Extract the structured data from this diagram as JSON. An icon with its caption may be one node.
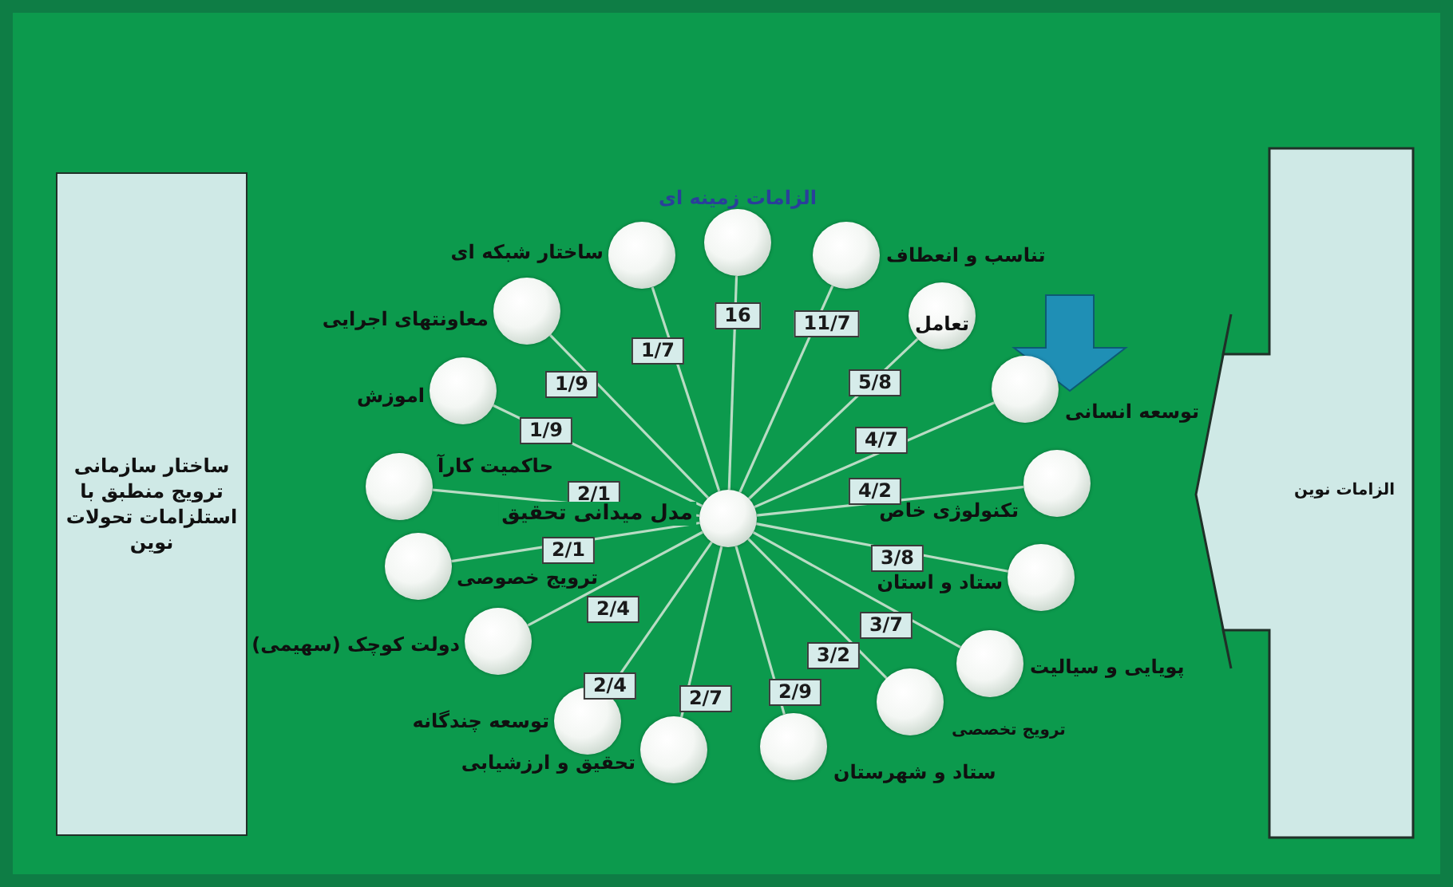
{
  "diagram": {
    "nodes": [
      {
        "text": [
          "ساختار سازمانی ترویج منطبق با استلزامات تحولات نوین"
        ]
      },
      {
        "text": [
          "الزامات نوین"
        ]
      },
      {
        "text": [
          "مدل میدانی تحقیق"
        ]
      },
      {
        "text": [
          "ساختار شبکه ای"
        ]
      },
      {
        "text": [
          "الزامات زمینه ای"
        ]
      },
      {
        "text": [
          "تناسب و انعطاف"
        ]
      },
      {
        "text": [
          "تعامل"
        ]
      },
      {
        "text": [
          "توسعه انسانی"
        ]
      },
      {
        "text": [
          "تکنولوژی خاص"
        ]
      },
      {
        "text": [
          "ستاد و استان"
        ]
      },
      {
        "text": [
          "پویایی و سیالیت"
        ]
      },
      {
        "text": [
          "ترویج تخصصی"
        ]
      },
      {
        "text": [
          "ستاد و شهرستان"
        ]
      },
      {
        "text": [
          "تحقیق و ارزشیابی"
        ]
      },
      {
        "text": [
          "توسعه چندگانه"
        ]
      },
      {
        "text": [
          "دولت کوچک (سهیمی)"
        ]
      },
      {
        "text": [
          "ترویج خصوصی"
        ]
      },
      {
        "text": [
          "حاکمیت کارآ"
        ]
      },
      {
        "text": [
          "اموزش"
        ]
      },
      {
        "text": [
          "معاونتهای اجرایی"
        ]
      }
    ],
    "edges": [
      {
        "from": 2,
        "to": 3,
        "arrow": "none",
        "label": "1/7"
      },
      {
        "from": 2,
        "to": 4,
        "arrow": "none",
        "label": "16"
      },
      {
        "from": 2,
        "to": 5,
        "arrow": "none",
        "label": "11/7"
      },
      {
        "from": 2,
        "to": 6,
        "arrow": "none",
        "label": "5/8"
      },
      {
        "from": 2,
        "to": 7,
        "arrow": "none",
        "label": "4/7"
      },
      {
        "from": 2,
        "to": 8,
        "arrow": "none",
        "label": "4/2"
      },
      {
        "from": 2,
        "to": 9,
        "arrow": "none",
        "label": "3/8"
      },
      {
        "from": 2,
        "to": 10,
        "arrow": "none",
        "label": "3/7"
      },
      {
        "from": 2,
        "to": 11,
        "arrow": "none",
        "label": "3/2"
      },
      {
        "from": 2,
        "to": 12,
        "arrow": "none",
        "label": "2/9"
      },
      {
        "from": 2,
        "to": 13,
        "arrow": "none",
        "label": "2/7"
      },
      {
        "from": 2,
        "to": 14,
        "arrow": "none",
        "label": "2/4"
      },
      {
        "from": 2,
        "to": 15,
        "arrow": "none",
        "label": "2/4"
      },
      {
        "from": 2,
        "to": 16,
        "arrow": "none",
        "label": "2/1"
      },
      {
        "from": 2,
        "to": 17,
        "arrow": "none",
        "label": "2/1"
      },
      {
        "from": 2,
        "to": 18,
        "arrow": "none",
        "label": "1/9"
      },
      {
        "from": 2,
        "to": 19,
        "arrow": "none",
        "label": "1/9"
      }
    ]
  }
}
